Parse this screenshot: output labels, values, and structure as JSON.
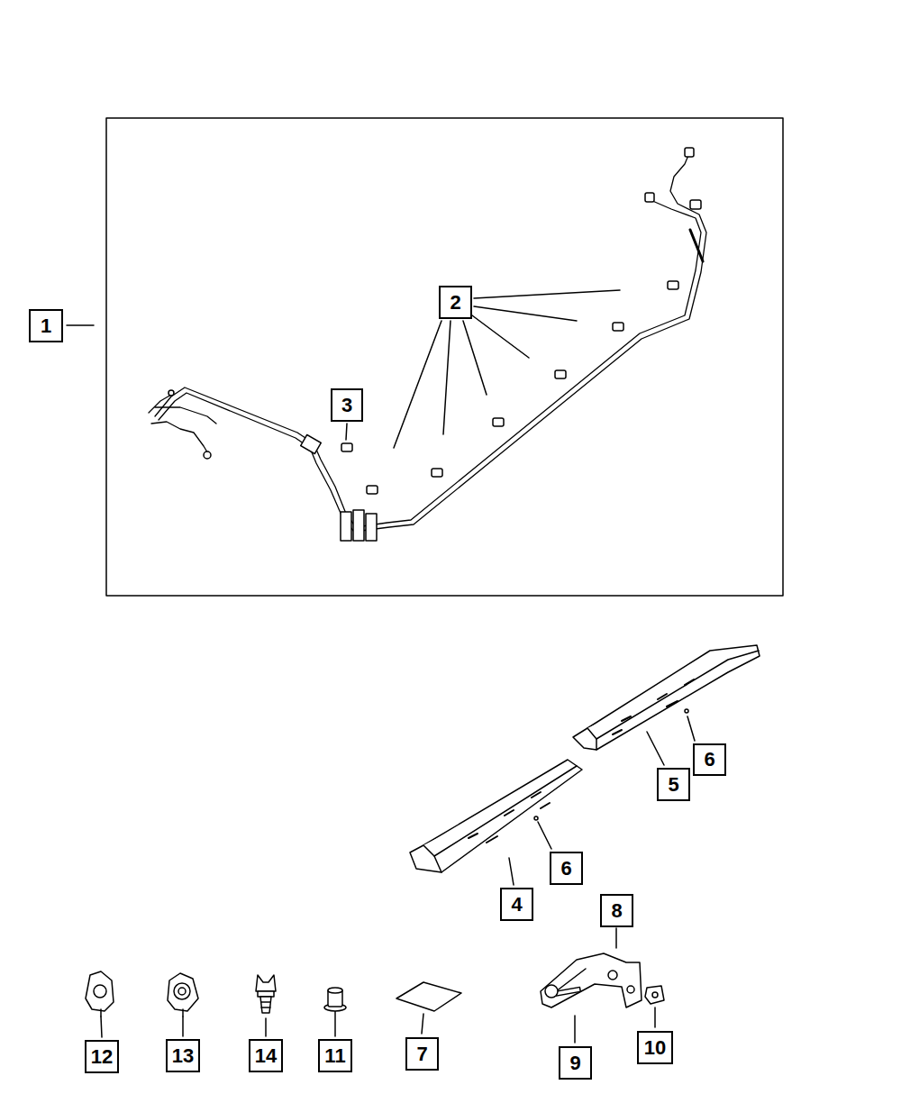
{
  "diagram": {
    "labels": [
      "1",
      "2",
      "3",
      "6",
      "5",
      "6",
      "4",
      "8",
      "12",
      "13",
      "14",
      "11",
      "7",
      "9",
      "10"
    ]
  }
}
